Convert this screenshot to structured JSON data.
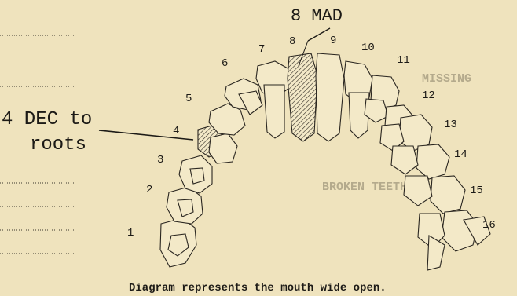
{
  "caption": "Diagram represents the mouth wide open.",
  "labels": {
    "upper": "8 MAD",
    "left_line1": "4 DEC to",
    "left_line2": "roots"
  },
  "tooth_numbers": {
    "n1": "1",
    "n2": "2",
    "n3": "3",
    "n4": "4",
    "n5": "5",
    "n6": "6",
    "n7": "7",
    "n8": "8",
    "n9": "9",
    "n10": "10",
    "n11": "11",
    "n12": "12",
    "n13": "13",
    "n14": "14",
    "n15": "15",
    "n16": "16"
  },
  "faded_text": {
    "missing_heading": "MISSING",
    "broken_heading": "BROKEN TEETH"
  }
}
